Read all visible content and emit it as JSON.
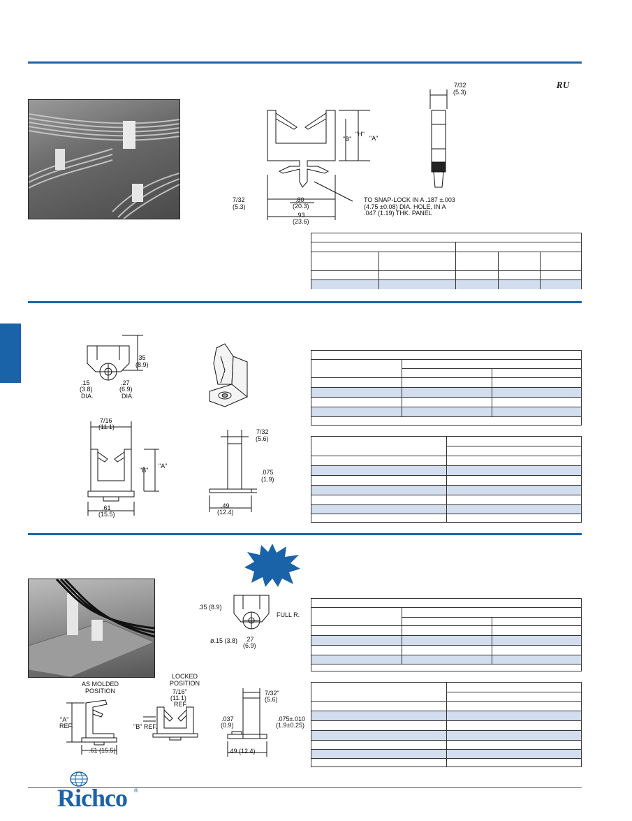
{
  "brand": {
    "name": "Richco",
    "reg_mark": "®",
    "ul_mark": "ᴿᵁ"
  },
  "section1": {
    "top_dims": {
      "thickness_in": "7/32",
      "thickness_mm": "(5.3)"
    },
    "labels": {
      "h": "\"H\"",
      "a": "\"A\"",
      "b": "\"B\""
    },
    "side_dims": {
      "in": "7/32",
      "mm": "(5.3)"
    },
    "width1": {
      "in": ".80",
      "mm": "(20.3)"
    },
    "width2": {
      "in": ".93",
      "mm": "(23.6)"
    },
    "note": [
      "TO SNAP-LOCK IN A .187 ±.003",
      "(4.75 ±0.08) DIA. HOLE, IN A",
      ".047 (1.19) THK. PANEL"
    ]
  },
  "section2": {
    "top_view": {
      "h_in": ".35",
      "h_mm": "(8.9)",
      "d1_in": ".15",
      "d1_mm": "(3.8)",
      "d1_lbl": "DIA.",
      "d2_in": ".27",
      "d2_mm": "(6.9)",
      "d2_lbl": "DIA."
    },
    "front_view": {
      "w_in": "7/16",
      "w_mm": "(11.1)",
      "b": "\"B\"",
      "a": "\"A\"",
      "base_in": ".61",
      "base_mm": "(15.5)"
    },
    "side_view": {
      "t_in": "7/32",
      "t_mm": "(5.6)",
      "p_in": ".075",
      "p_mm": "(1.9)",
      "base_in": ".49",
      "base_mm": "(12.4)"
    }
  },
  "section3": {
    "top_view": {
      "h": ".35  (8.9)",
      "full_r": "FULL  R.",
      "d1": "ø.15  (3.8)",
      "d2_in": ".27",
      "d2_mm": "(6.9)"
    },
    "as_molded": {
      "title1": "AS  MOLDED",
      "title2": "POSITION",
      "a1": "\"A\"",
      "a2": "REF.",
      "base": ".61  (15.5)"
    },
    "locked": {
      "title1": "LOCKED",
      "title2": "POSITION",
      "w_in": "7/16\"",
      "w_mm": "(11.1)",
      "w_ref": "REF.",
      "b": "\"B\"  REF."
    },
    "side": {
      "t_in": "7/32\"",
      "t_mm": "(5.6)",
      "p1_in": ".037",
      "p1_mm": "(0.9)",
      "p2_in": ".075±.010",
      "p2_mm": "(1.9±0.25)",
      "base": ".49  (12.4)"
    }
  },
  "colors": {
    "accent": "#1b63a8",
    "table_shade": "#d2ddee"
  }
}
